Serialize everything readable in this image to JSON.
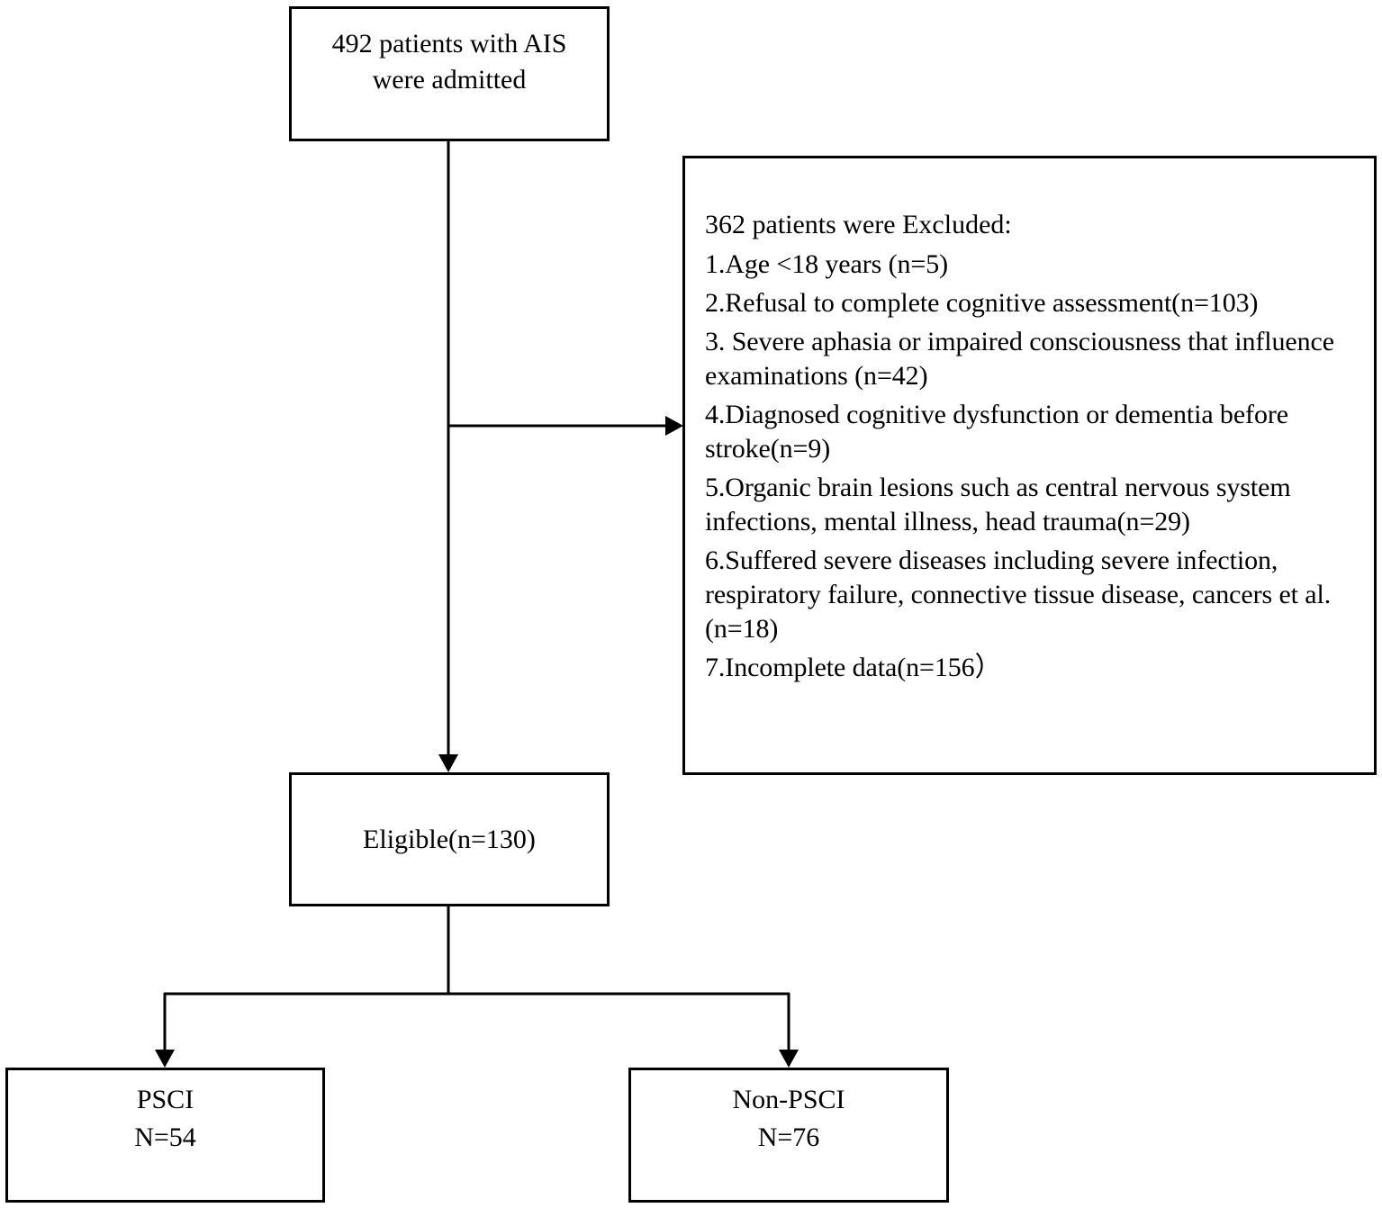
{
  "boxes": {
    "admitted": {
      "line1": "492 patients with AIS",
      "line2": "were admitted"
    },
    "excluded": {
      "title": "362 patients were Excluded:",
      "items": [
        "1.Age <18 years (n=5)",
        "2.Refusal to complete cognitive assessment(n=103)",
        "3. Severe aphasia or impaired consciousness that influence examinations (n=42)",
        "4.Diagnosed cognitive dysfunction or dementia before stroke(n=9)",
        "5.Organic brain lesions such as central nervous system infections, mental illness, head trauma(n=29)",
        "6.Suffered severe diseases including severe infection, respiratory failure, connective tissue disease, cancers et al. (n=18)",
        "7.Incomplete data(n=156）"
      ]
    },
    "eligible": {
      "label": "Eligible(n=130)"
    },
    "psci": {
      "line1": "PSCI",
      "line2": "N=54"
    },
    "non_psci": {
      "line1": "Non-PSCI",
      "line2": "N=76"
    }
  },
  "colors": {
    "stroke": "#000000",
    "background": "#ffffff"
  }
}
